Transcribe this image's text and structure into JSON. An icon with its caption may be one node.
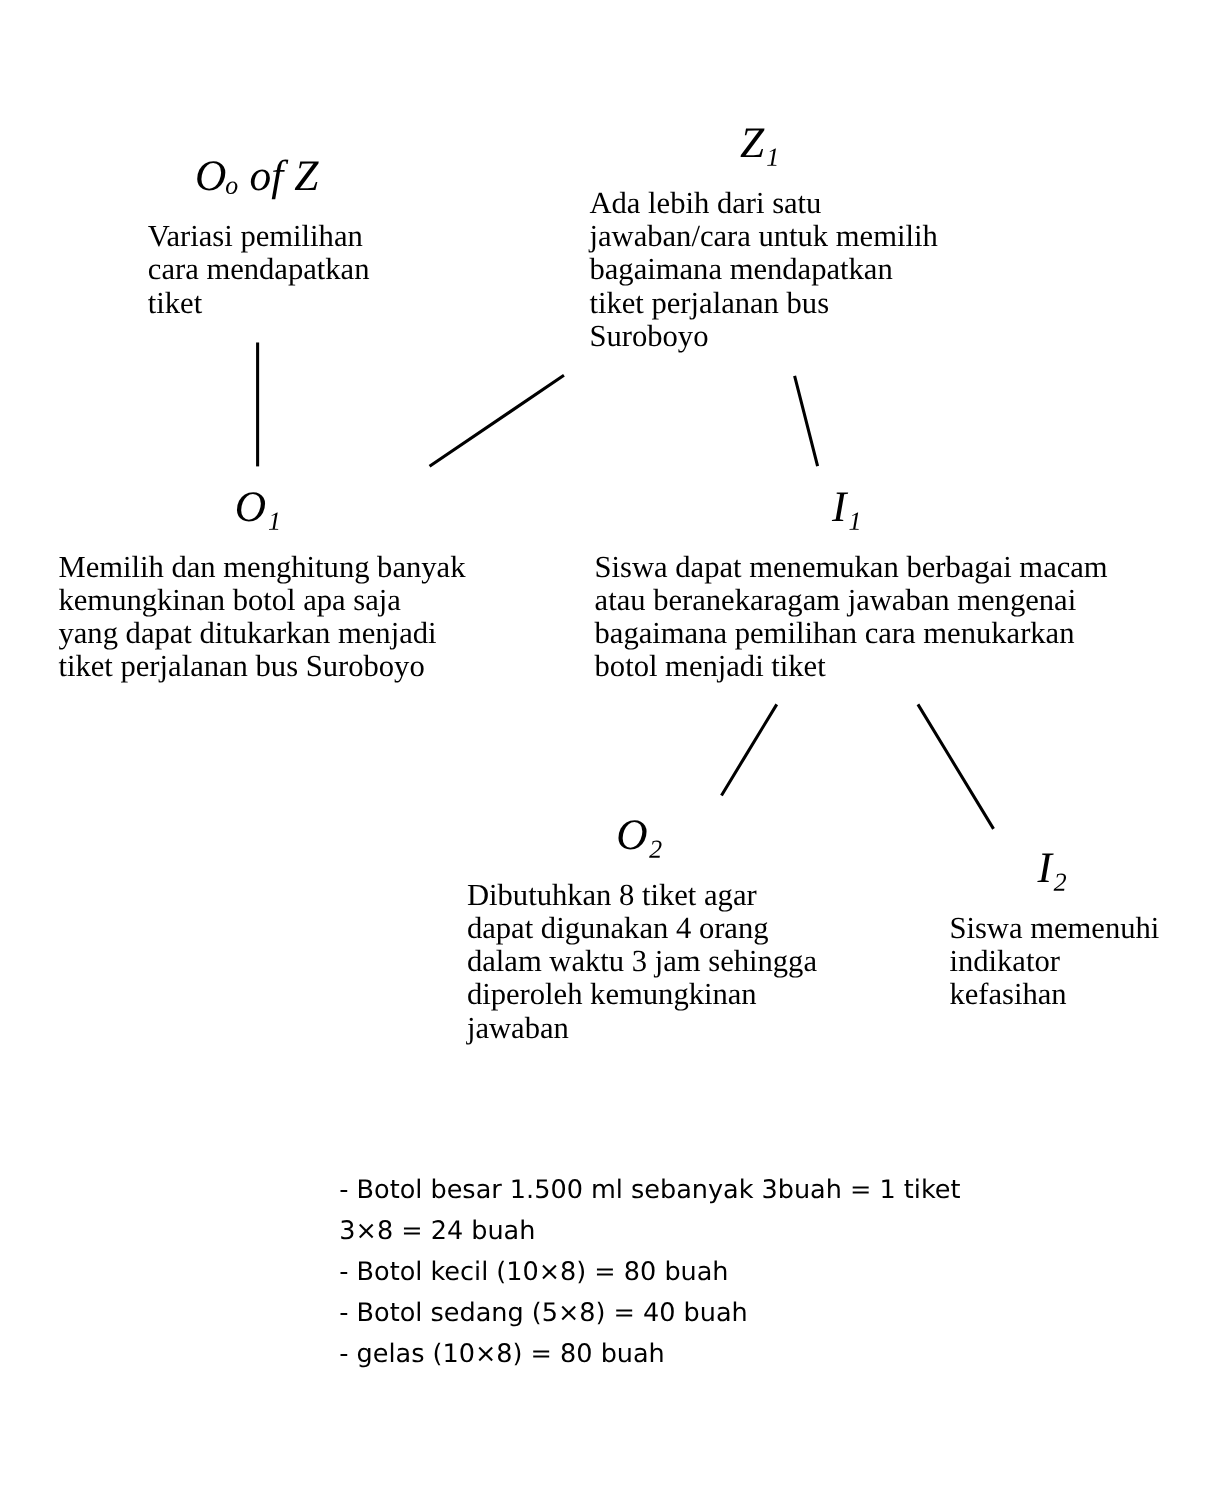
{
  "diagram": {
    "nodes": [
      {
        "text": [
          "Oₒ of Z",
          "Variasi pemilihan cara mendapatkan tiket"
        ]
      },
      {
        "text": [
          "Z₁",
          "Ada lebih dari satu jawaban/cara untuk memilih bagaimana mendapatkan tiket perjalanan bus Suroboyo"
        ]
      },
      {
        "text": [
          "O₁",
          "Memilih dan menghitung banyak kemungkinan botol apa saja yang dapat ditukarkan menjadi tiket perjalanan bus Suroboyo"
        ]
      },
      {
        "text": [
          "I₁",
          "Siswa dapat menemukan berbagai macam atau beranekaragam jawaban mengenai bagaimana pemilihan cara menukarkan botol menjadi tiket"
        ]
      },
      {
        "text": [
          "O₂",
          "Dibutuhkan 8 tiket agar dapat digunakan 4 orang dalam waktu 3 jam sehingga diperoleh kemungkinan jawaban"
        ]
      },
      {
        "text": [
          "I₂",
          "Siswa memenuhi indikator kefasihan"
        ]
      }
    ],
    "edges": [
      {
        "from": 1,
        "to": 2,
        "arrow": "none"
      },
      {
        "from": 1,
        "to": 3,
        "arrow": "none"
      },
      {
        "from": 0,
        "to": 2,
        "arrow": "none"
      },
      {
        "from": 3,
        "to": 4,
        "arrow": "none"
      },
      {
        "from": 3,
        "to": 5,
        "arrow": "none"
      }
    ],
    "labels": [
      "- Botol besar 1.500 ml sebanyak 3buah = 1 tiket",
      "3×8 = 24 buah",
      "- Botol kecil (10×8) = 80 buah",
      "- Botol sedang (5×8) = 40 buah",
      "- gelas (10×8) = 80 buah"
    ]
  }
}
